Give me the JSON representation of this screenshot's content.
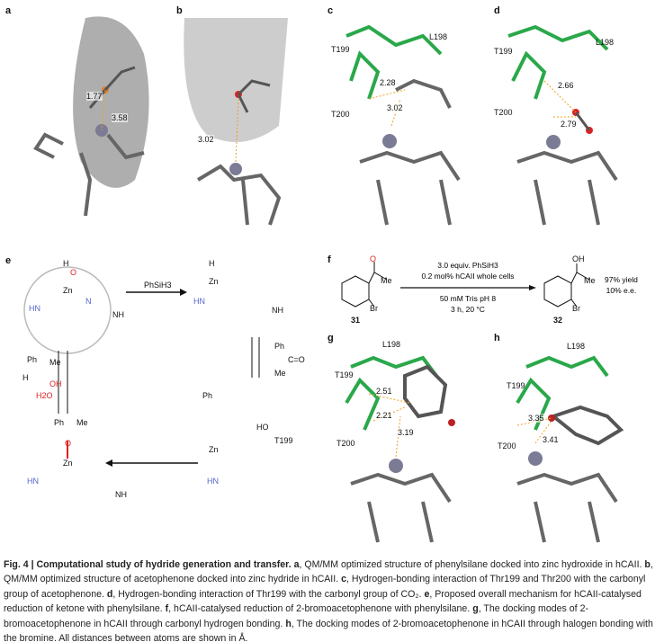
{
  "panels": {
    "a": {
      "label": "a",
      "distances": [
        "1.77",
        "3.58"
      ]
    },
    "b": {
      "label": "b",
      "distances": [
        "3.02"
      ]
    },
    "c": {
      "label": "c",
      "residues": [
        "T199",
        "L198",
        "T200"
      ],
      "distances": [
        "2.28",
        "3.02"
      ]
    },
    "d": {
      "label": "d",
      "residues": [
        "T199",
        "L198",
        "T200"
      ],
      "distances": [
        "2.66",
        "2.79"
      ]
    },
    "e": {
      "label": "e",
      "reagent": "PhSiH3",
      "atoms": {
        "h": "H",
        "o": "O",
        "zn": "Zn",
        "hn": "HN",
        "n": "N",
        "nh": "NH",
        "ph": "Ph",
        "me": "Me",
        "oh": "OH",
        "h2o": "H2O",
        "c_o": "C=O",
        "ho": "HO"
      },
      "residue": "T199"
    },
    "f": {
      "label": "f",
      "conditions_top": [
        "3.0 equiv. PhSiH3",
        "0.2 mol% hCAII whole cells"
      ],
      "conditions_bottom": [
        "50 mM Tris pH 8",
        "3 h, 20 °C"
      ],
      "substrate": "31",
      "product": "32",
      "result": [
        "97% yield",
        "10% e.e."
      ],
      "atoms": {
        "o": "O",
        "me": "Me",
        "br": "Br",
        "oh": "OH"
      }
    },
    "g": {
      "label": "g",
      "residues": [
        "L198",
        "T199",
        "T200"
      ],
      "distances": [
        "2.51",
        "2.21",
        "3.19"
      ]
    },
    "h": {
      "label": "h",
      "residues": [
        "L198",
        "T199",
        "T200"
      ],
      "distances": [
        "3.35",
        "3.41"
      ]
    }
  },
  "caption": {
    "title": "Fig. 4 | Computational study of hydride generation and transfer.",
    "parts": [
      {
        "k": "a",
        "t": ", QM/MM optimized structure of phenylsilane docked into zinc hydroxide in hCAII."
      },
      {
        "k": "b",
        "t": ", QM/MM optimized structure of acetophenone docked into zinc hydride in hCAII."
      },
      {
        "k": "c",
        "t": ", Hydrogen-bonding interaction of Thr199 and Thr200 with the carbonyl group of acetophenone."
      },
      {
        "k": "d",
        "t": ", Hydrogen-bonding interaction of Thr199 with the carbonyl group of CO₂."
      },
      {
        "k": "e",
        "t": ", Proposed overall mechanism for hCAII-catalysed reduction of ketone with phenylsilane."
      },
      {
        "k": "f",
        "t": ", hCAII-catalysed reduction of 2-bromoacetophenone with phenylsilane."
      },
      {
        "k": "g",
        "t": ", The docking modes of 2-bromoacetophenone in hCAII through carbonyl hydrogen bonding."
      },
      {
        "k": "h",
        "t": ", The docking modes of 2-bromoacetophenone in hCAII through halogen bonding with the bromine. All distances between atoms are shown in Å."
      }
    ]
  },
  "colors": {
    "carbon": "#6b6b6b",
    "residue": "#2aa84a",
    "zinc": "#7b7b95",
    "oxygen": "#d22",
    "nitrogen": "#5566cc",
    "hbond": "#f0a020"
  }
}
